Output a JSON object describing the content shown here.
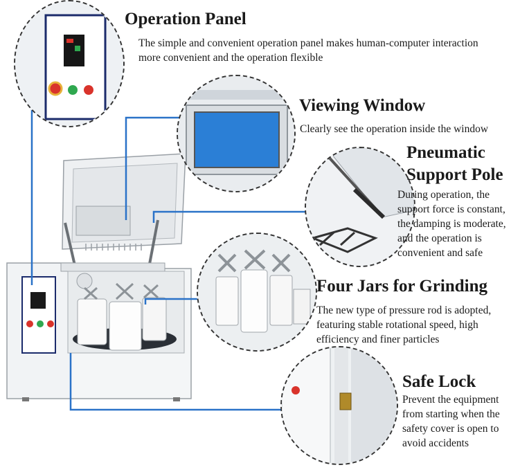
{
  "features": [
    {
      "title": "Operation Panel",
      "desc": "The simple and convenient operation panel makes human-computer interaction more convenient and the operation flexible"
    },
    {
      "title": "Viewing Window",
      "desc": "Clearly see the operation inside the window"
    },
    {
      "title": "Pneumatic Support Pole",
      "title_lines": [
        "Pneumatic",
        "Support Pole"
      ],
      "desc_lines": [
        "During operation, the",
        "support force is constant,",
        "the damping is moderate,",
        "and the operation is",
        "convenient and safe"
      ]
    },
    {
      "title": "Four Jars for Grinding",
      "desc_lines": [
        "The new type of pressure rod is adopted,",
        "featuring stable rotational speed, high",
        "efficiency and finer particles"
      ]
    },
    {
      "title": "Safe Lock",
      "desc_lines": [
        "Prevent the equipment",
        "from starting when the",
        "safety cover is open to",
        "avoid accidents"
      ]
    }
  ],
  "colors": {
    "connector": "#2a72c8",
    "window_blue": "#2b7fd6",
    "btn_red": "#d9332b",
    "btn_green": "#2fa84f",
    "accent_dark": "#1b2b6b"
  }
}
